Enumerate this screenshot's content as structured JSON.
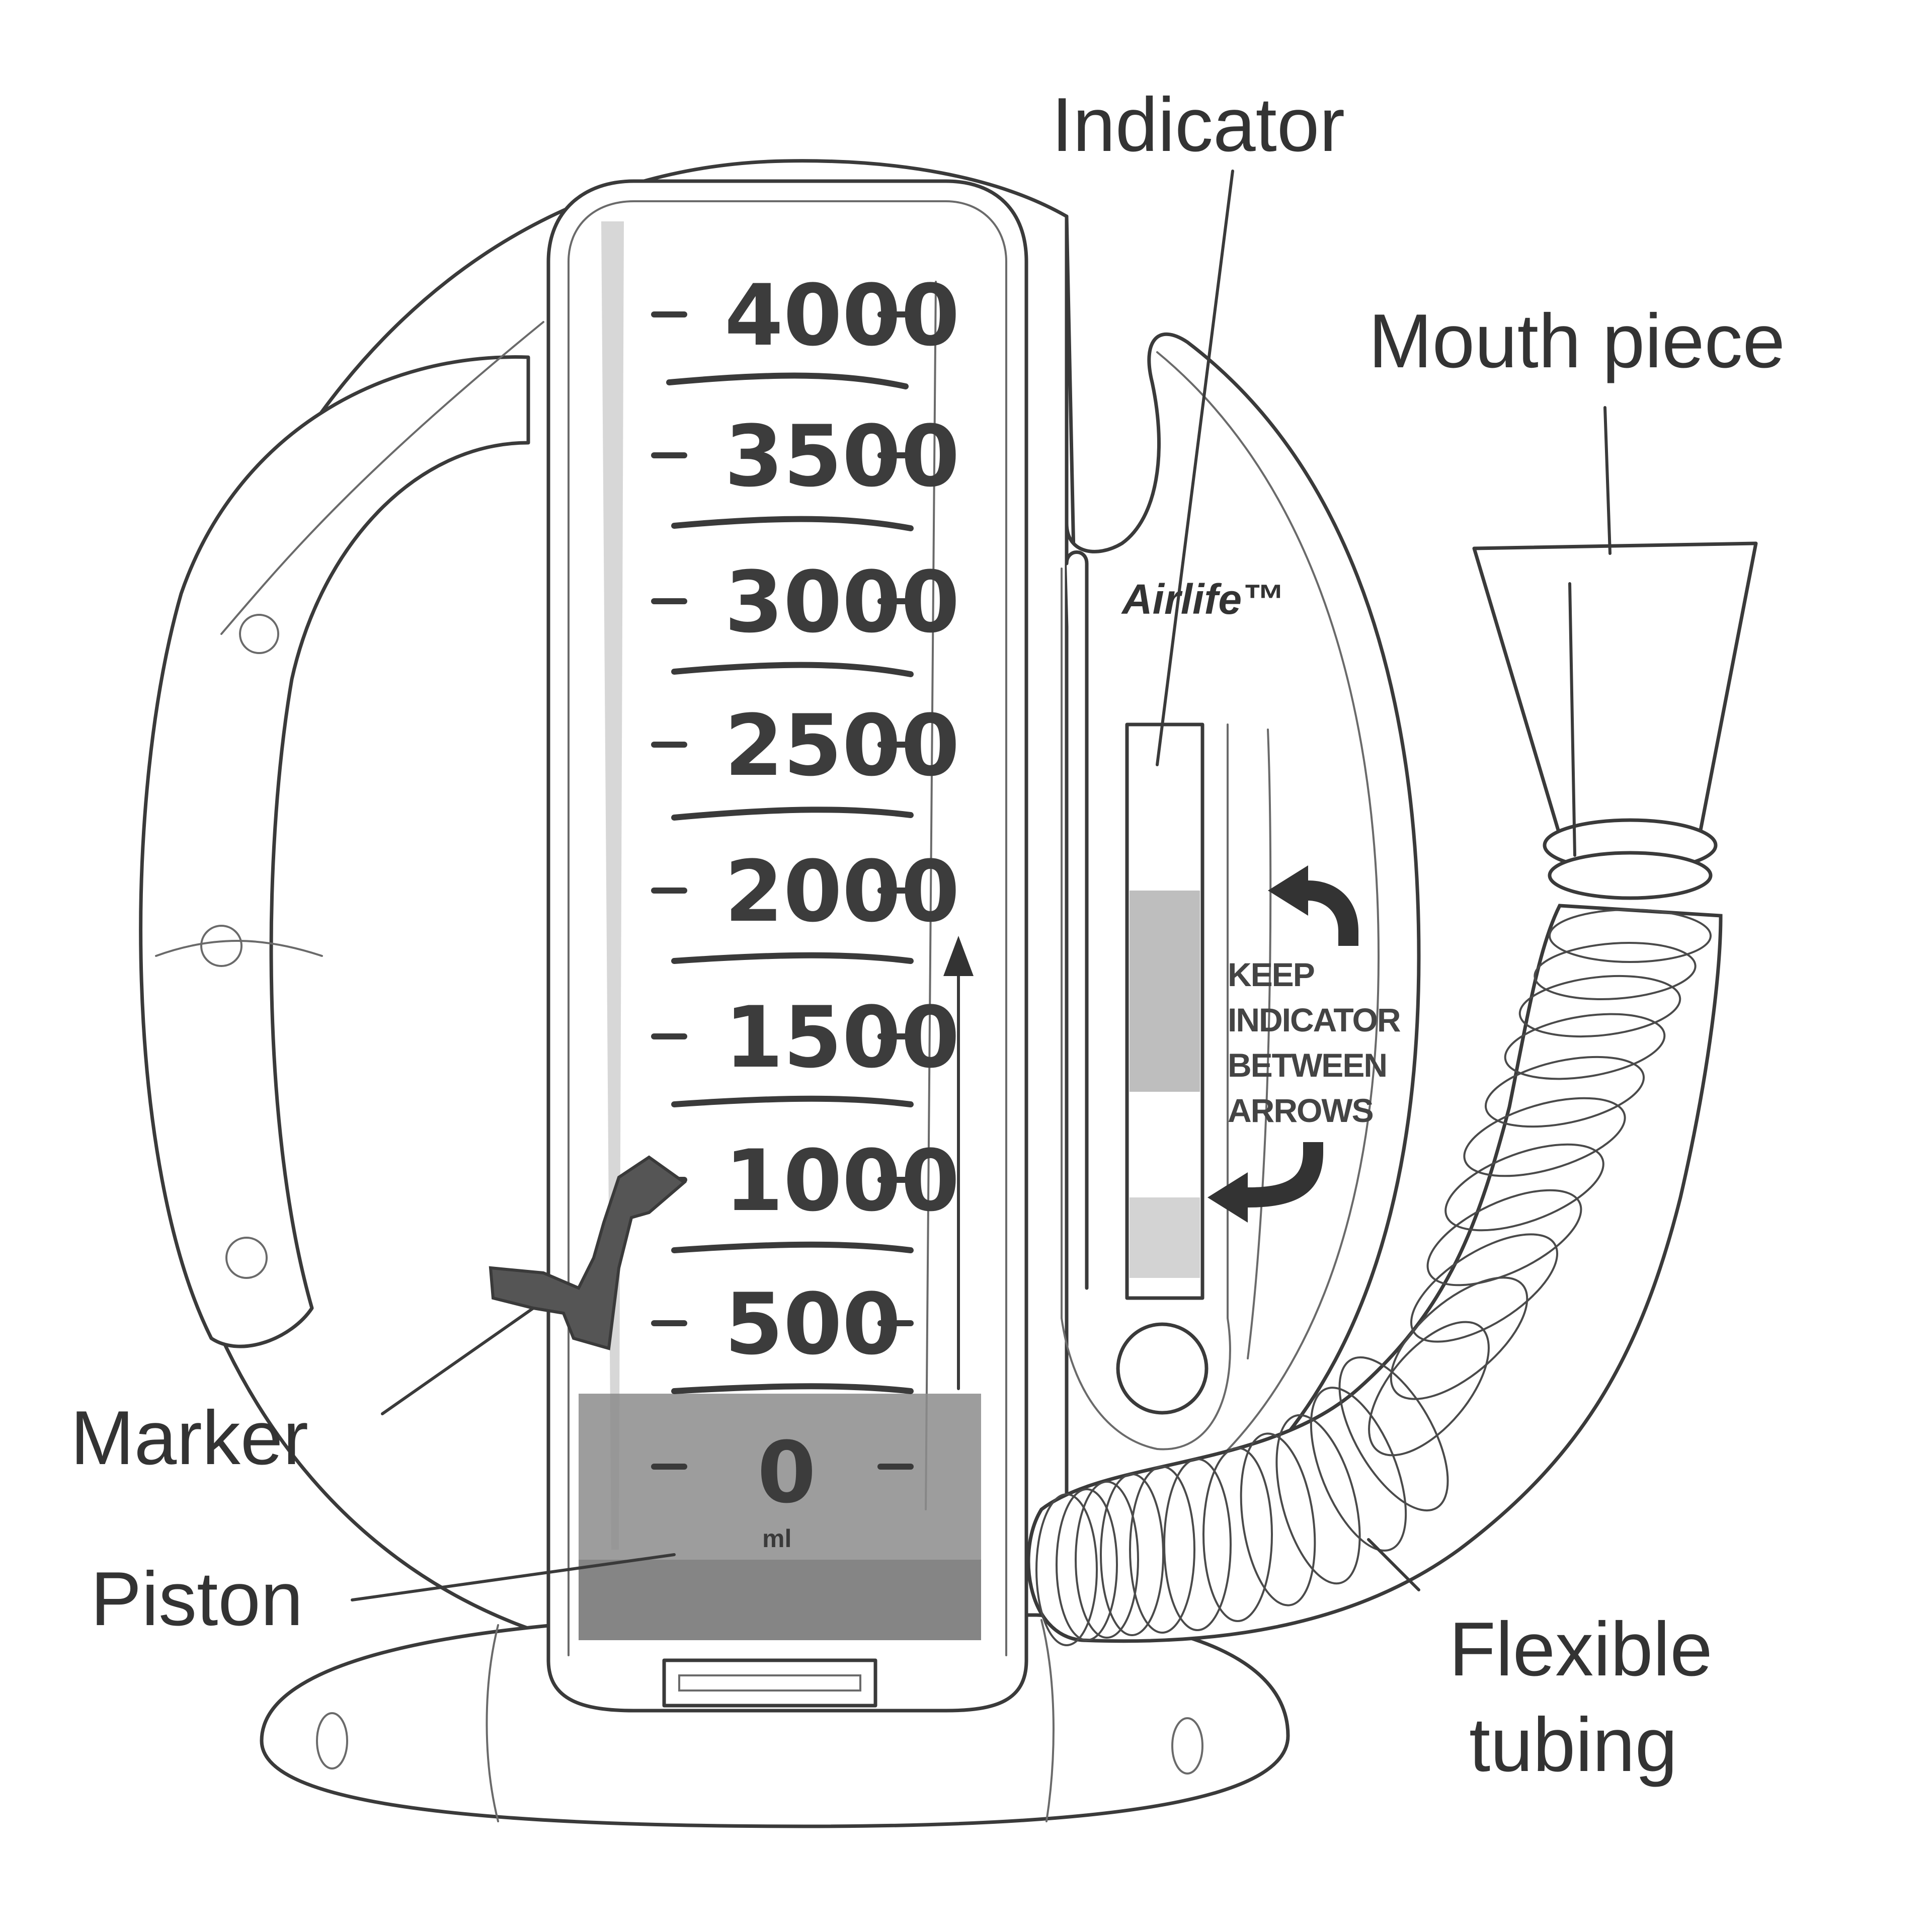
{
  "labels": {
    "indicator": "Indicator",
    "mouth_piece": "Mouth piece",
    "marker": "Marker",
    "piston": "Piston",
    "flexible_tubing_line1": "Flexible",
    "flexible_tubing_line2": "tubing"
  },
  "device": {
    "brand": "Airlife™",
    "instruction_lines": [
      "KEEP",
      "INDICATOR",
      "BETWEEN",
      "ARROWS"
    ],
    "scale": [
      "4000",
      "3500",
      "3000",
      "2500",
      "2000",
      "1500",
      "1000",
      "500",
      "0"
    ],
    "unit": "ml"
  },
  "colors": {
    "outline": "#3a3a3a",
    "piston_fill": "#8c8c8c",
    "marker_fill": "#555555",
    "indicator_fill": "#a8a8a8"
  }
}
